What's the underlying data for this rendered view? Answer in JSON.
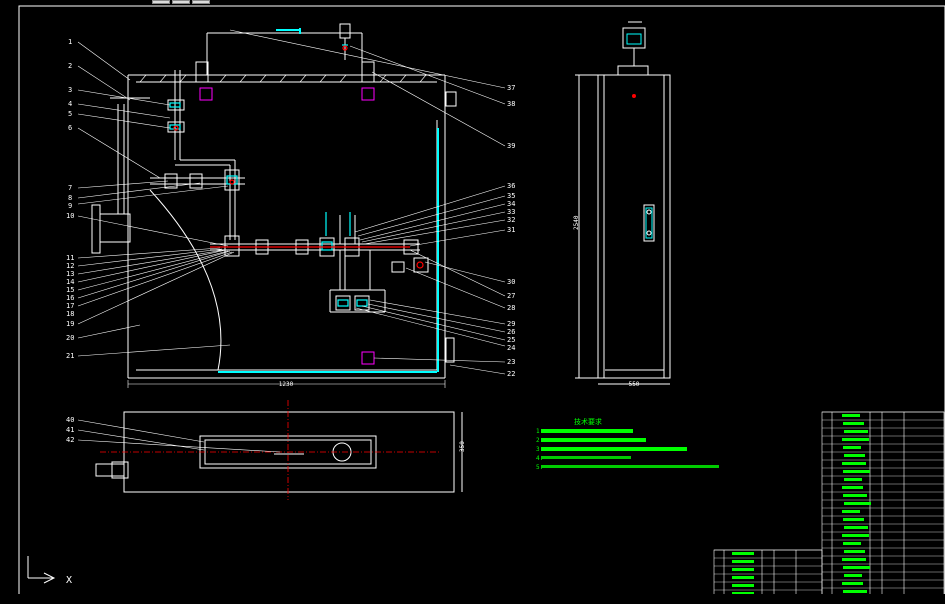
{
  "drawing": {
    "dimensions": {
      "overall_width": "1230",
      "front_height": "2540",
      "side_width": "550",
      "plan_height": "350"
    },
    "front_view_balloons_left": [
      "1",
      "2",
      "3",
      "4",
      "5",
      "6",
      "7",
      "8",
      "9",
      "10",
      "11",
      "12",
      "13",
      "14",
      "15",
      "16",
      "17",
      "18",
      "19",
      "20",
      "21"
    ],
    "front_view_balloons_right": [
      "37",
      "38",
      "39",
      "36",
      "35",
      "34",
      "33",
      "32",
      "31",
      "30",
      "27",
      "28",
      "29",
      "26",
      "25",
      "24",
      "23",
      "22"
    ],
    "plan_view_balloons": [
      "40",
      "41",
      "42"
    ],
    "tech_requirements": {
      "title": "技术要求",
      "items": [
        "1.",
        "2.",
        "3.",
        "4.",
        "5."
      ]
    }
  },
  "colors": {
    "background": "#000000",
    "line_white": "#ffffff",
    "line_cyan": "#00ffff",
    "line_red": "#ff0000",
    "line_green": "#00ff00",
    "line_magenta": "#ff00ff",
    "line_yellow": "#ffff00"
  },
  "ucs_icon": {
    "x_label": "X"
  }
}
